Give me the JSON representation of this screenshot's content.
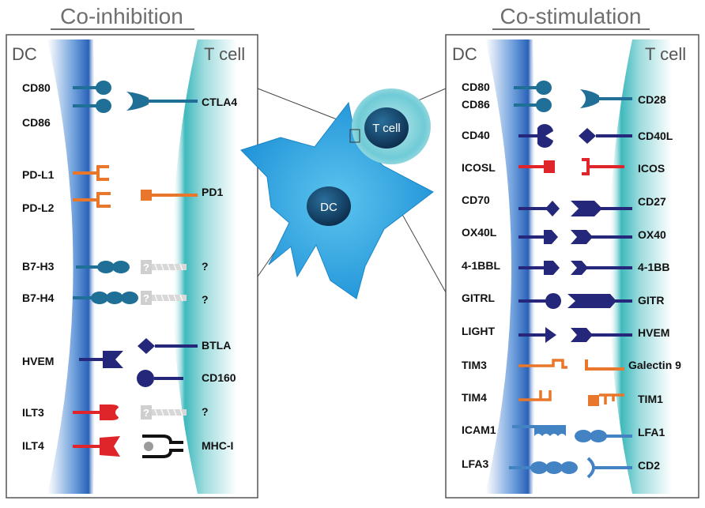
{
  "colors": {
    "teal": "#1f6f97",
    "navy": "#25287a",
    "orange": "#e8762b",
    "red": "#e0252a",
    "lightblue": "#4383c4",
    "grey": "#c8c8c8",
    "black": "#111111"
  },
  "left_panel": {
    "title": "Co-inhibition",
    "dc_label": "DC",
    "tcell_label": "T cell",
    "ligands": [
      "CD80",
      "CD86",
      "PD-L1",
      "PD-L2",
      "B7-H3",
      "B7-H4",
      "HVEM",
      "ILT3",
      "ILT4"
    ],
    "receptors": [
      "CTLA4",
      "PD1",
      "?",
      "?",
      "BTLA",
      "CD160",
      "?",
      "MHC-I"
    ]
  },
  "right_panel": {
    "title": "Co-stimulation",
    "dc_label": "DC",
    "tcell_label": "T cell",
    "ligands": [
      "CD80",
      "CD86",
      "CD40",
      "ICOSL",
      "CD70",
      "OX40L",
      "4-1BBL",
      "GITRL",
      "LIGHT",
      "TIM3",
      "TIM4",
      "ICAM1",
      "LFA3"
    ],
    "receptors": [
      "CD28",
      "CD40L",
      "ICOS",
      "CD27",
      "OX40",
      "4-1BB",
      "GITR",
      "HVEM",
      "Galectin 9",
      "TIM1",
      "LFA1",
      "CD2"
    ]
  },
  "center": {
    "dc_cell_label": "DC",
    "t_cell_label": "T cell"
  },
  "icons": {
    "unknown_receptor": "question-mark-placeholder"
  }
}
